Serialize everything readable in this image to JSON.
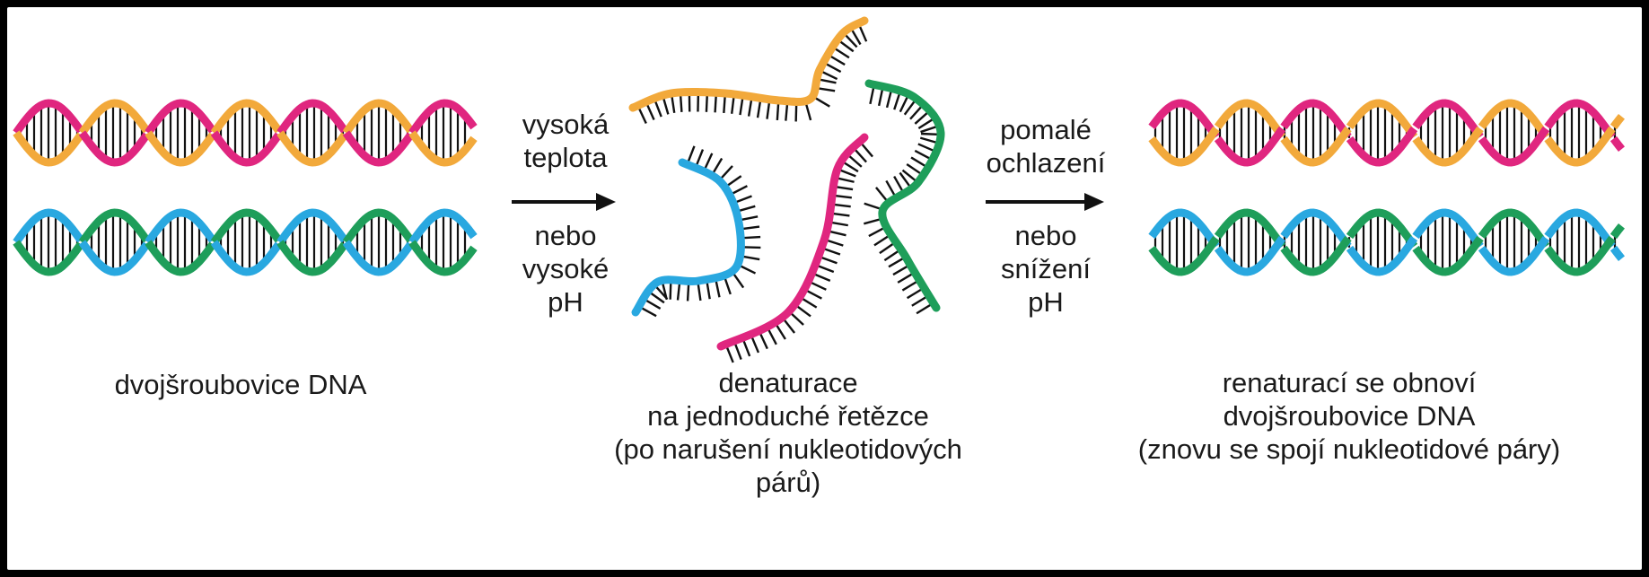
{
  "arrow1": {
    "above": [
      "vysoká",
      "teplota"
    ],
    "below": [
      "nebo",
      "vysoké",
      "pH"
    ]
  },
  "arrow2": {
    "above": [
      "pomalé",
      "ochlazení"
    ],
    "below": [
      "nebo",
      "snížení",
      "pH"
    ]
  },
  "captions": {
    "left": [
      "dvojšroubovice DNA"
    ],
    "middle": [
      "denaturace",
      "na jednoduché řetězce",
      "(po narušení nukleotidových",
      "párů)"
    ],
    "right": [
      "renaturací se obnoví",
      "dvojšroubovice DNA",
      "(znovu se spojí nukleotidové páry)"
    ]
  },
  "colors": {
    "orange": "#F2A93B",
    "magenta": "#E0267F",
    "blue": "#29A8E0",
    "green": "#1E9E5A",
    "rungs": "#111111"
  }
}
